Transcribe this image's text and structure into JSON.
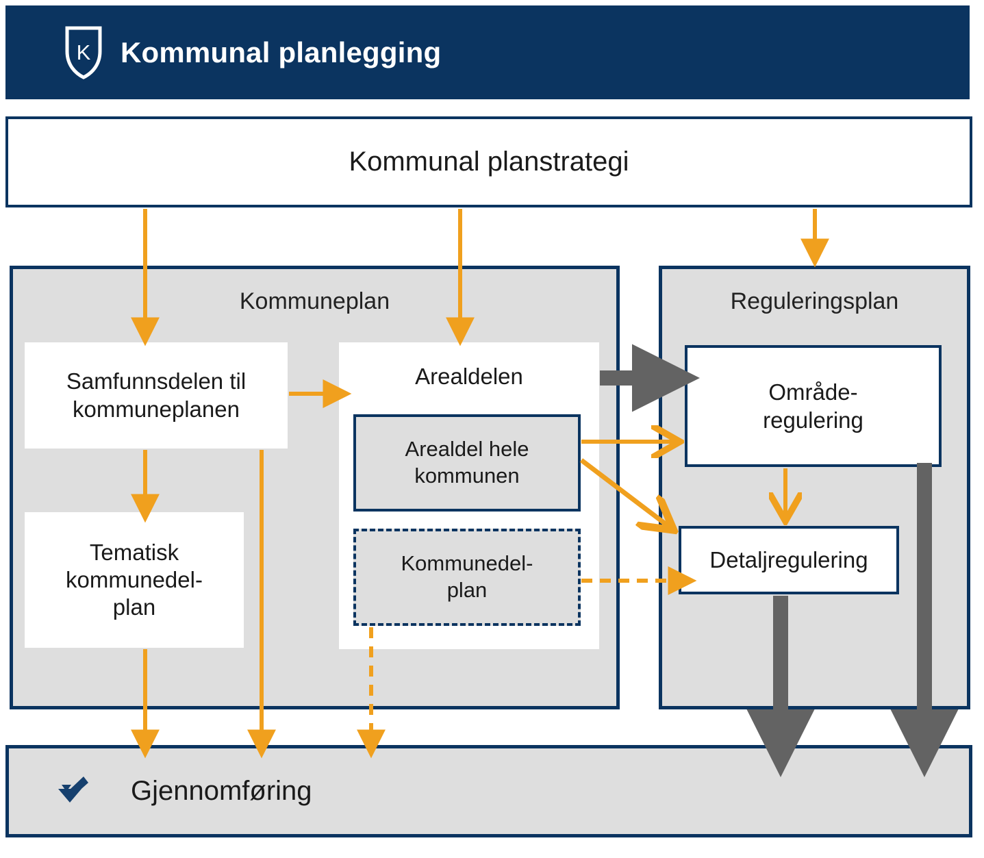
{
  "header": {
    "title": "Kommunal planlegging",
    "logo_icon": "shield-k-icon",
    "background_color": "#0B3460",
    "text_color": "#FFFFFF"
  },
  "colors": {
    "dark_blue": "#0B3460",
    "gray_fill": "#DEDEDE",
    "orange_arrow": "#F0A01E",
    "gray_arrow": "#636363",
    "white": "#FFFFFF"
  },
  "diagram": {
    "strategy": {
      "label": "Kommunal planstrategi"
    },
    "kommuneplan": {
      "title": "Kommuneplan",
      "boxes": [
        {
          "label": "Samfunnsdelen til kommuneplanen",
          "style": "white-solid"
        },
        {
          "label": "Tematisk kommunedel-plan",
          "style": "white-solid"
        },
        {
          "label": "Arealdelen",
          "style": "white-solid"
        },
        {
          "label": "Arealdel hele kommunen",
          "style": "gray-solid-border"
        },
        {
          "label": "Kommunedel-plan",
          "style": "gray-dashed-border"
        }
      ]
    },
    "reguleringsplan": {
      "title": "Reguleringsplan",
      "boxes": [
        {
          "label": "Område-regulering",
          "style": "white-solid-border"
        },
        {
          "label": "Detaljregulering",
          "style": "white-solid-border"
        }
      ]
    },
    "gjennomforing": {
      "label": "Gjennomføring",
      "icon": "checkmark-arrow-icon"
    },
    "box_text": {
      "samfunnsdelen_line1": "Samfunnsdelen til",
      "samfunnsdelen_line2": "kommuneplanen",
      "tematisk_line1": "Tematisk",
      "tematisk_line2": "kommunedel-",
      "tematisk_line3": "plan",
      "arealdelen": "Arealdelen",
      "arealdel_hele_line1": "Arealdel hele",
      "arealdel_hele_line2": "kommunen",
      "kommunedelplan_line1": "Kommunedel-",
      "kommunedelplan_line2": "plan",
      "omrade_line1": "Område-",
      "omrade_line2": "regulering",
      "detalj": "Detaljregulering"
    }
  }
}
